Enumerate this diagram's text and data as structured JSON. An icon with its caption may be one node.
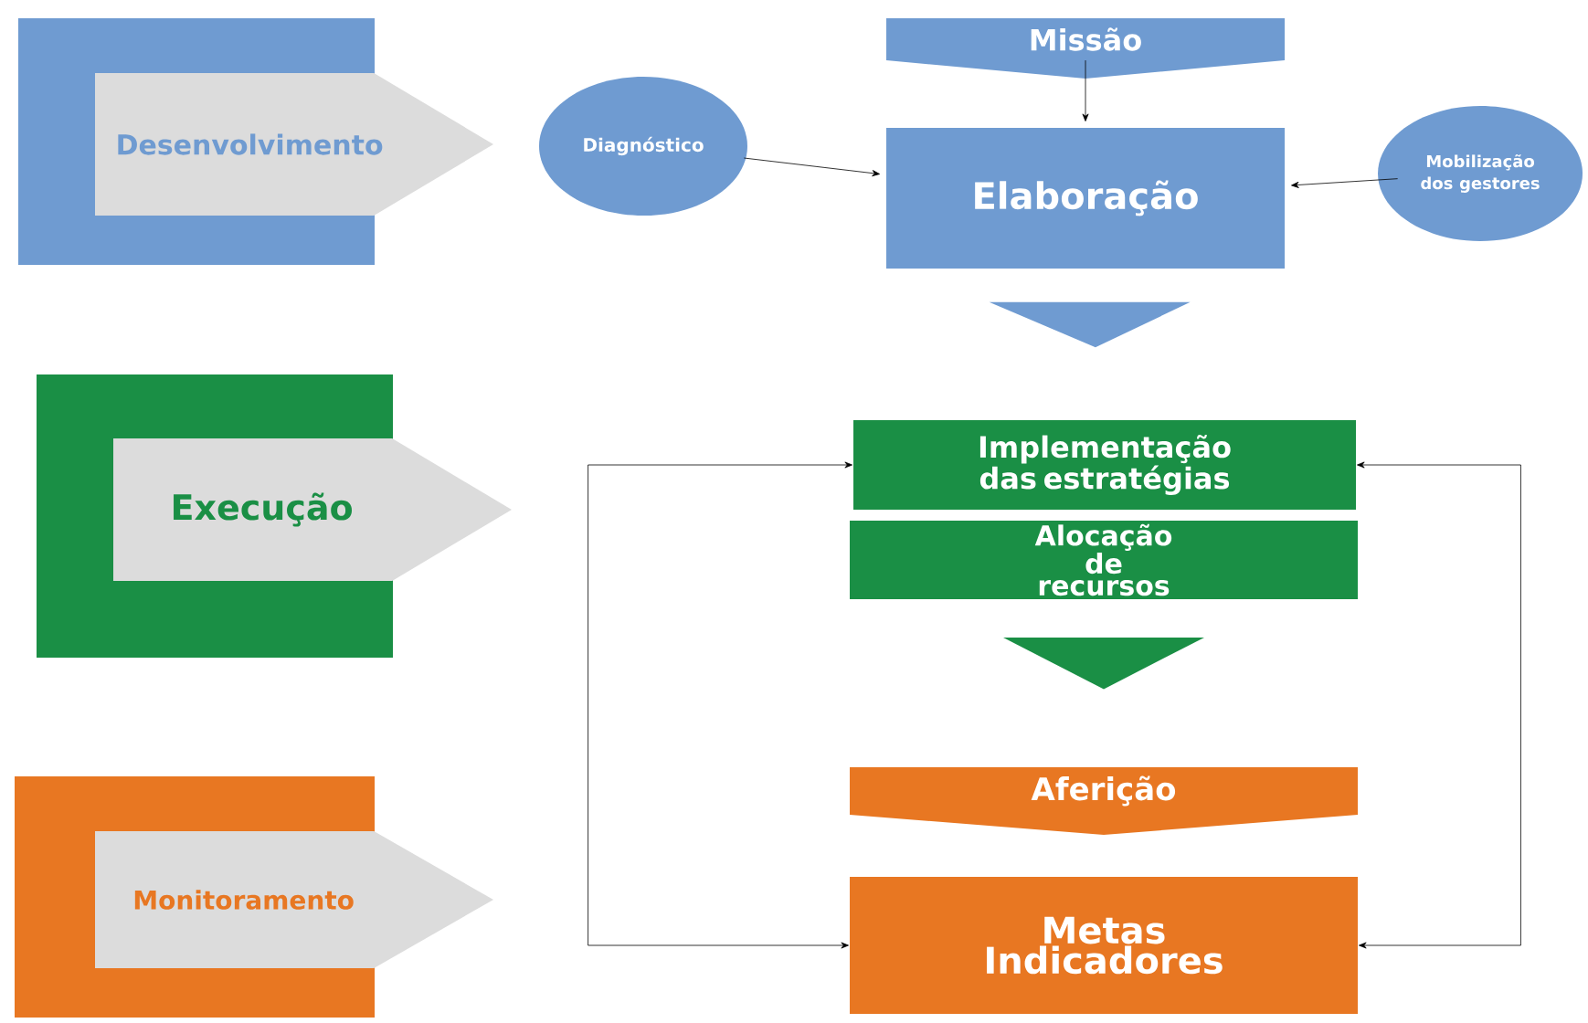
{
  "diagram": {
    "nodes": [
      {
        "text": [],
        "shape": "box"
      },
      {
        "text": [
          "Desenvolvimento"
        ]
      },
      {
        "text": [
          "Diagnóstico"
        ]
      },
      {
        "text": [
          "Missão"
        ]
      },
      {
        "text": [
          "Elaboração"
        ]
      },
      {
        "text": [
          "Mobilização dos gestores"
        ]
      },
      {
        "text": [],
        "shape": "box"
      },
      {
        "text": [
          "Execução"
        ]
      },
      {
        "text": [
          "Implementação das estratégias"
        ]
      },
      {
        "text": [
          "Alocação de recursos"
        ]
      },
      {
        "text": [],
        "shape": "box"
      },
      {
        "text": [
          "Monitoramento"
        ]
      },
      {
        "text": [
          "Aferição"
        ]
      },
      {
        "text": [
          "Metas Indicadores"
        ]
      }
    ],
    "edges": [
      {
        "from": 2,
        "to": 4,
        "arrow": "to"
      },
      {
        "from": 3,
        "to": 4,
        "arrow": "to"
      },
      {
        "from": 5,
        "to": 4,
        "arrow": "to"
      },
      {
        "from": 4,
        "to": 8,
        "arrow": "to",
        "color": "#6f9bd1"
      },
      {
        "from": 9,
        "to": 12,
        "arrow": "to",
        "color": "#1a8f45"
      },
      {
        "from": 8,
        "to": 13,
        "arrow": "both"
      },
      {
        "from": 8,
        "to": 13,
        "arrow": "both"
      }
    ]
  }
}
